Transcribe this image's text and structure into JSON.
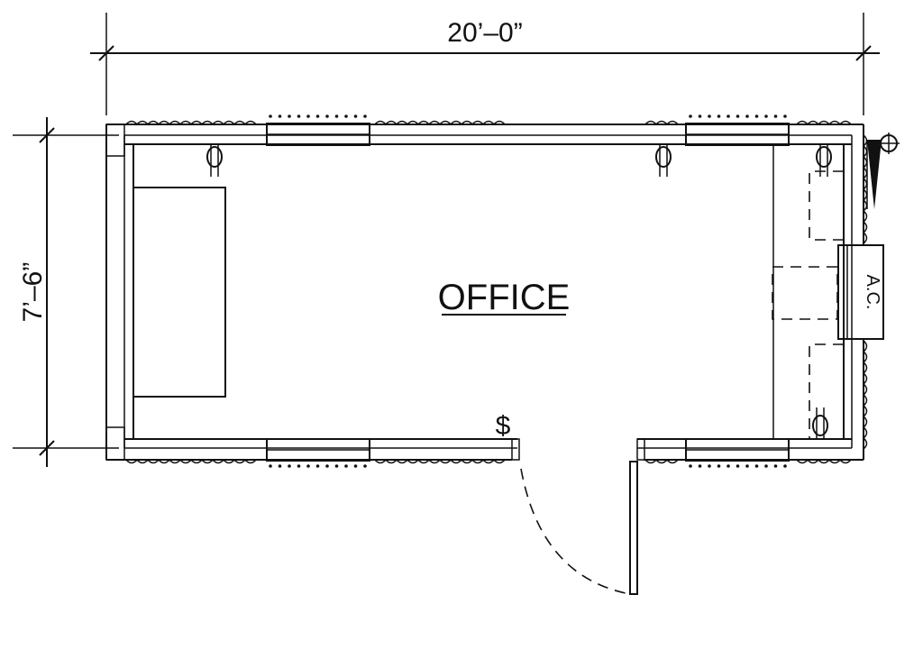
{
  "drawing": {
    "room_label": "OFFICE",
    "width_dimension": "20’–0”",
    "depth_dimension": "7’–6”",
    "ac_label": "A.C.",
    "switch_symbol": "$"
  }
}
